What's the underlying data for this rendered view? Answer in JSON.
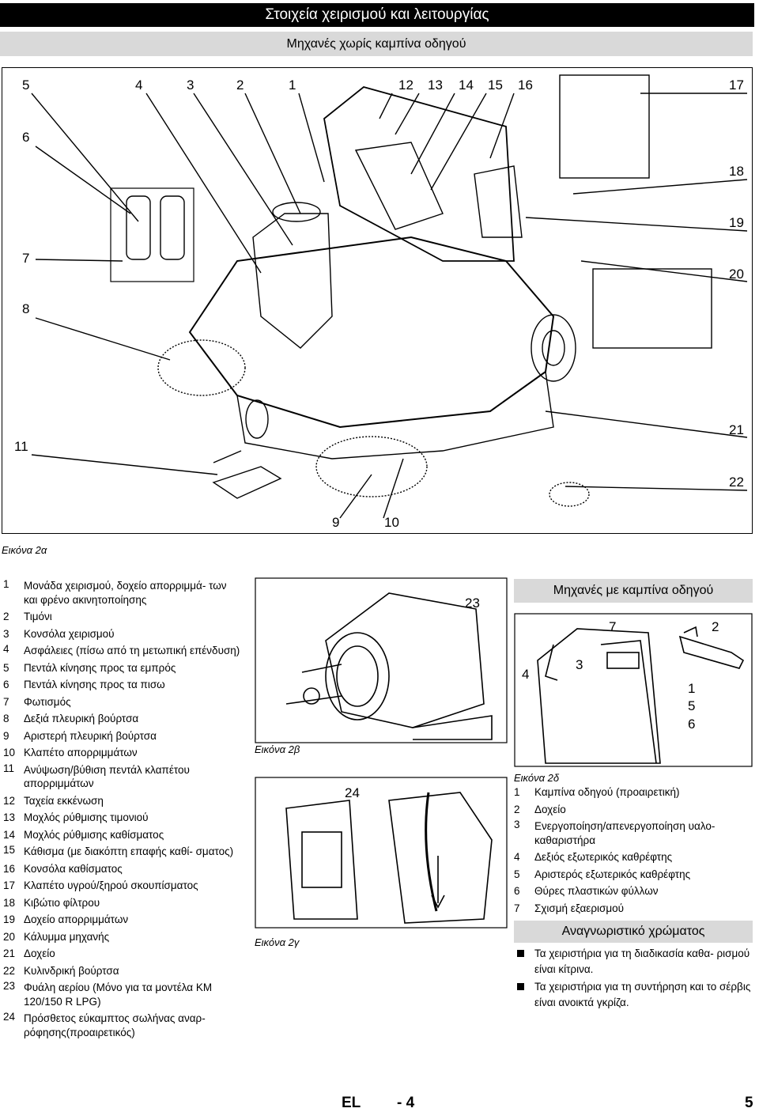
{
  "header": {
    "title": "Στοιχεία χειρισμού και λειτουργίας",
    "subtitle": "Μηχανές χωρίς καμπίνα οδηγού"
  },
  "figure_a": {
    "caption": "Εικόνα 2α",
    "labels": [
      "5",
      "4",
      "3",
      "2",
      "1",
      "12",
      "13",
      "14",
      "15",
      "16",
      "17",
      "6",
      "18",
      "19",
      "7",
      "20",
      "8",
      "11",
      "21",
      "22",
      "9",
      "10"
    ]
  },
  "parts_list": [
    {
      "n": "1",
      "t": "Μονάδα χειρισμού, δοχείο απορριμμά- των και φρένο ακινητοποίησης"
    },
    {
      "n": "2",
      "t": "Τιμόνι"
    },
    {
      "n": "3",
      "t": "Κονσόλα χειρισμού"
    },
    {
      "n": "4",
      "t": "Ασφάλειες (πίσω από τη μετωπική επένδυση)"
    },
    {
      "n": "5",
      "t": "Πεντάλ κίνησης προς τα εμπρός"
    },
    {
      "n": "6",
      "t": "Πεντάλ κίνησης προς τα πισω"
    },
    {
      "n": "7",
      "t": "Φωτισμός"
    },
    {
      "n": "8",
      "t": "Δεξιά πλευρική βούρτσα"
    },
    {
      "n": "9",
      "t": "Αριστερή πλευρική βούρτσα"
    },
    {
      "n": "10",
      "t": "Κλαπέτο απορριμμάτων"
    },
    {
      "n": "11",
      "t": "Ανύψωση/βύθιση πεντάλ κλαπέτου απορριμμάτων"
    },
    {
      "n": "12",
      "t": "Ταχεία εκκένωση"
    },
    {
      "n": "13",
      "t": "Μοχλός ρύθμισης τιμονιού"
    },
    {
      "n": "14",
      "t": "Μοχλός ρύθμισης καθίσματος"
    },
    {
      "n": "15",
      "t": "Κάθισμα (με διακόπτη επαφής καθί- σματος)"
    },
    {
      "n": "16",
      "t": "Κονσόλα καθίσματος"
    },
    {
      "n": "17",
      "t": "Κλαπέτο υγρού/ξηρού σκουπίσματος"
    },
    {
      "n": "18",
      "t": "Κιβώτιο φίλτρου"
    },
    {
      "n": "19",
      "t": "Δοχείο απορριμμάτων"
    },
    {
      "n": "20",
      "t": "Κάλυμμα μηχανής"
    },
    {
      "n": "21",
      "t": "Δοχείο"
    },
    {
      "n": "22",
      "t": "Κυλινδρική βούρτσα"
    },
    {
      "n": "23",
      "t": "Φυάλη αερίου (Μόνο για τα μοντέλα KM 120/150 R LPG)"
    },
    {
      "n": "24",
      "t": "Πρόσθετος εύκαμπτος σωλήνας αναρ- ρόφησης(προαιρετικός)"
    }
  ],
  "figure_b": {
    "caption": "Εικόνα 2β",
    "label": "23"
  },
  "figure_c": {
    "caption": "Εικόνα 2γ",
    "label": "24"
  },
  "cabin": {
    "heading": "Μηχανές με καμπίνα οδηγού",
    "caption": "Εικόνα 2δ",
    "labels": [
      "7",
      "2",
      "4",
      "3",
      "1",
      "5",
      "6"
    ],
    "items": [
      {
        "n": "1",
        "t": "Καμπίνα οδηγού (προαιρετική)"
      },
      {
        "n": "2",
        "t": "Δοχείο"
      },
      {
        "n": "3",
        "t": "Ενεργοποίηση/απενεργοποίηση υαλο- καθαριστήρα"
      },
      {
        "n": "4",
        "t": "Δεξιός εξωτερικός καθρέφτης"
      },
      {
        "n": "5",
        "t": "Αριστερός εξωτερικός καθρέφτης"
      },
      {
        "n": "6",
        "t": "Θύρες πλαστικών φύλλων"
      },
      {
        "n": "7",
        "t": "Σχισμή εξαερισμού"
      }
    ]
  },
  "color_code": {
    "heading": "Αναγνωριστικό χρώματος",
    "bullets": [
      "Τα χειριστήρια για τη διαδικασία καθα- ρισμού είναι κίτρινα.",
      "Τα χειριστήρια για τη συντήρηση και το σέρβις είναι ανοικτά γκρίζα."
    ]
  },
  "footer": {
    "lang": "EL",
    "page_ref": "- 4",
    "page": "5"
  }
}
